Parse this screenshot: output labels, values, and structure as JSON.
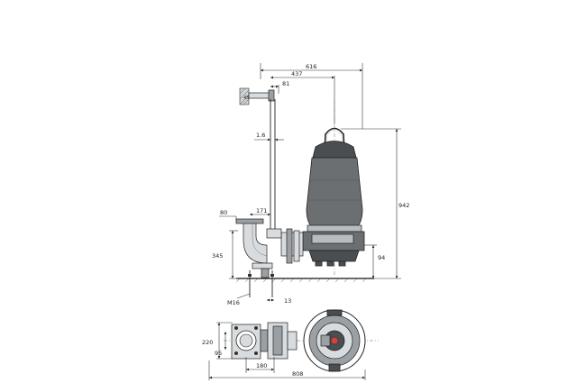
{
  "dimensions": {
    "overall_width_top": "616",
    "pump_offset": "437",
    "rail_offset": "81",
    "wall_mark": "45",
    "rail_spacing": "1.6",
    "outlet_dia": "80",
    "outlet_offset": "171",
    "total_height": "942",
    "bracket_height": "345",
    "foot_height": "94",
    "bolt_size": "M16",
    "foot_offset": "13",
    "plan_depth": "220",
    "plan_inner": "95",
    "plan_bolt_spacing": "180",
    "overall_width_bottom": "808"
  }
}
